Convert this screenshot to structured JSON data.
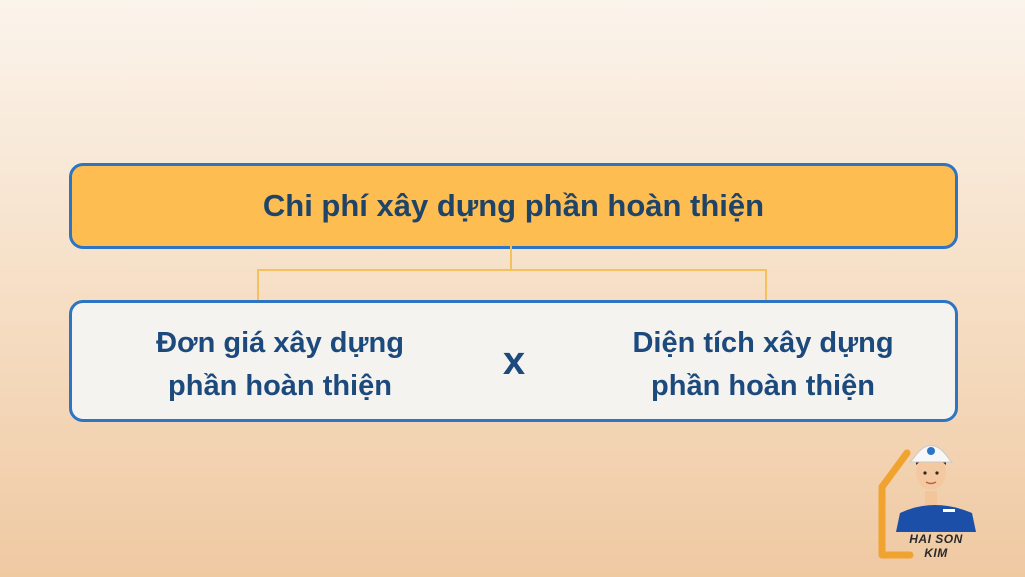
{
  "diagram": {
    "title": "Chi phí xây dựng phần hoàn thiện",
    "left_term": {
      "line1": "Đơn giá xây dựng",
      "line2": "phần hoàn thiện"
    },
    "operator": "x",
    "right_term": {
      "line1": "Diện tích xây dựng",
      "line2": "phần hoàn thiện"
    }
  },
  "brand": {
    "name": "HAI SON KIM",
    "colors": {
      "accent": "#fdbd50",
      "border": "#2d74c4",
      "text": "#1d4a7c"
    },
    "mascot_icon": "engineer-mascot-icon"
  }
}
